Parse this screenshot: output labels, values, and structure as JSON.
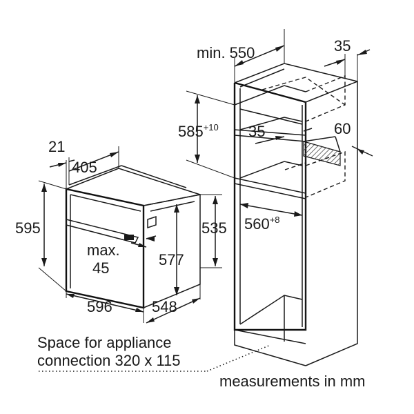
{
  "labels": {
    "cab_depth": "min. 550",
    "top_35": "35",
    "height_585": "585",
    "height_585_sup": "+10",
    "inner_35": "35",
    "vent_60": "60",
    "width_560": "560",
    "width_560_sup": "+8",
    "oven_21": "21",
    "oven_405": "405",
    "oven_595": "595",
    "oven_535": "535",
    "max_label": "max.",
    "max_value": "45",
    "oven_577": "577",
    "oven_596": "596",
    "oven_548": "548",
    "space_line1": "Space for appliance",
    "space_line2": "connection 320 x 115",
    "units": "measurements in mm"
  },
  "colors": {
    "ink": "#1a1a1a",
    "hatch": "#444444"
  }
}
